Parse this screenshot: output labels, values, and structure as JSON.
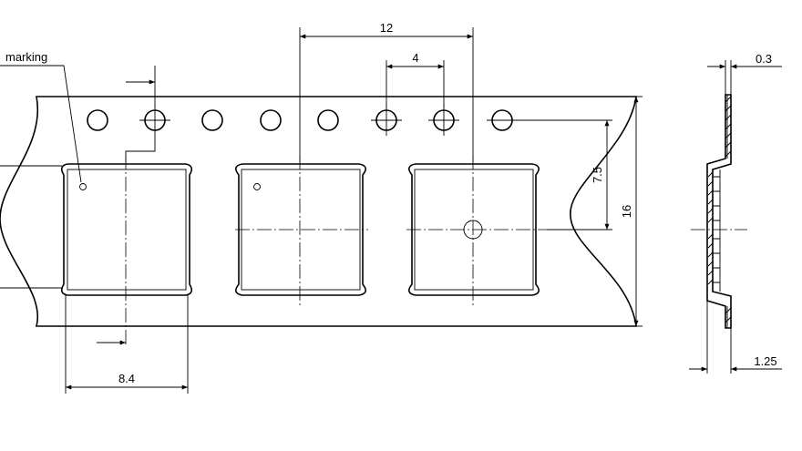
{
  "labels": {
    "marking": "marking",
    "pitch": "12",
    "hole_pitch": "4",
    "hole_to_center": "7.5",
    "tape_width": "16",
    "pocket_width": "8.4",
    "thickness": "0.3",
    "pocket_depth": "1.25"
  },
  "icons": {
    "arrow": "arrow-right-icon"
  }
}
